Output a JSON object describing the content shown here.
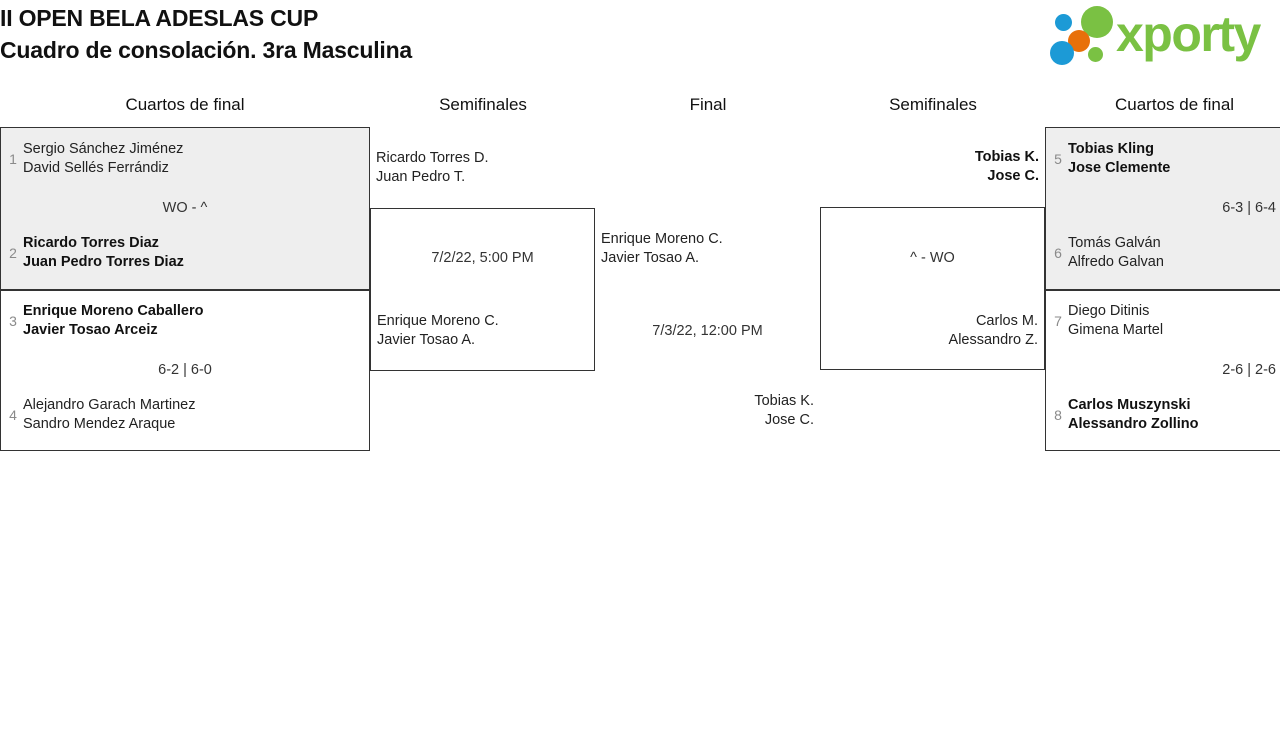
{
  "header": {
    "title_line1": "II OPEN BELA ADESLAS CUP",
    "title_line2": "Cuadro de consolación. 3ra Masculina",
    "logo_text": "xporty"
  },
  "round_headers": {
    "qf_left": "Cuartos de final",
    "sf_left": "Semifinales",
    "final": "Final",
    "sf_right": "Semifinales",
    "qf_right": "Cuartos de final"
  },
  "matches": {
    "qf1": {
      "top": {
        "seed": "1",
        "p1": "Sergio Sánchez Jiménez",
        "p2": "David Sellés Ferrándiz",
        "winner": false
      },
      "bottom": {
        "seed": "2",
        "p1": "Ricardo Torres Diaz",
        "p2": "Juan Pedro Torres Diaz",
        "winner": true
      },
      "score": "WO - ^"
    },
    "qf2": {
      "top": {
        "seed": "3",
        "p1": "Enrique Moreno Caballero",
        "p2": "Javier Tosao Arceiz",
        "winner": true
      },
      "bottom": {
        "seed": "4",
        "p1": "Alejandro Garach Martinez",
        "p2": "Sandro Mendez Araque",
        "winner": false
      },
      "score": "6-2 | 6-0"
    },
    "qf3": {
      "top": {
        "seed": "5",
        "p1": "Tobias Kling",
        "p2": "Jose Clemente",
        "winner": true
      },
      "bottom": {
        "seed": "6",
        "p1": "Tomás Galván",
        "p2": "Alfredo Galvan",
        "winner": false
      },
      "score": "6-3 | 6-4"
    },
    "qf4": {
      "top": {
        "seed": "7",
        "p1": "Diego Ditinis",
        "p2": "Gimena Martel",
        "winner": false
      },
      "bottom": {
        "seed": "8",
        "p1": "Carlos Muszynski",
        "p2": "Alessandro Zollino",
        "winner": true
      },
      "score": "2-6 | 2-6"
    },
    "sf_left": {
      "top": {
        "p1": "Ricardo Torres D.",
        "p2": "Juan Pedro T.",
        "winner": false
      },
      "bottom": {
        "p1": "Enrique Moreno C.",
        "p2": "Javier Tosao A.",
        "winner": false
      },
      "datetime": "7/2/22, 5:00 PM"
    },
    "sf_right": {
      "top": {
        "p1": "Tobias K.",
        "p2": "Jose C.",
        "winner": true
      },
      "bottom": {
        "p1": "Carlos M.",
        "p2": "Alessandro Z.",
        "winner": false
      },
      "score": "^ - WO"
    },
    "final": {
      "top": {
        "p1": "Enrique Moreno C.",
        "p2": "Javier Tosao A.",
        "winner": false
      },
      "bottom": {
        "p1": "Tobias K.",
        "p2": "Jose C.",
        "winner": false
      },
      "datetime": "7/3/22, 12:00 PM"
    }
  },
  "colors": {
    "brand_green": "#7ac143",
    "brand_blue": "#1c9ad6",
    "brand_orange": "#e8700a",
    "shade": "#eeeeee",
    "border": "#333333"
  }
}
